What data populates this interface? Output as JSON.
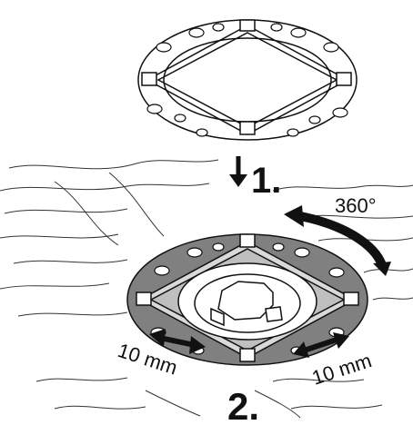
{
  "step1": {
    "label": "1."
  },
  "step2": {
    "label": "2."
  },
  "rotation": {
    "label": "360°"
  },
  "adjust_left": {
    "label": "10 mm"
  },
  "adjust_right": {
    "label": "10 mm"
  },
  "colors": {
    "line": "#111111",
    "fill_light": "#ffffff",
    "fill_gray": "#808080",
    "fill_light_gray": "#d9d9d9"
  }
}
